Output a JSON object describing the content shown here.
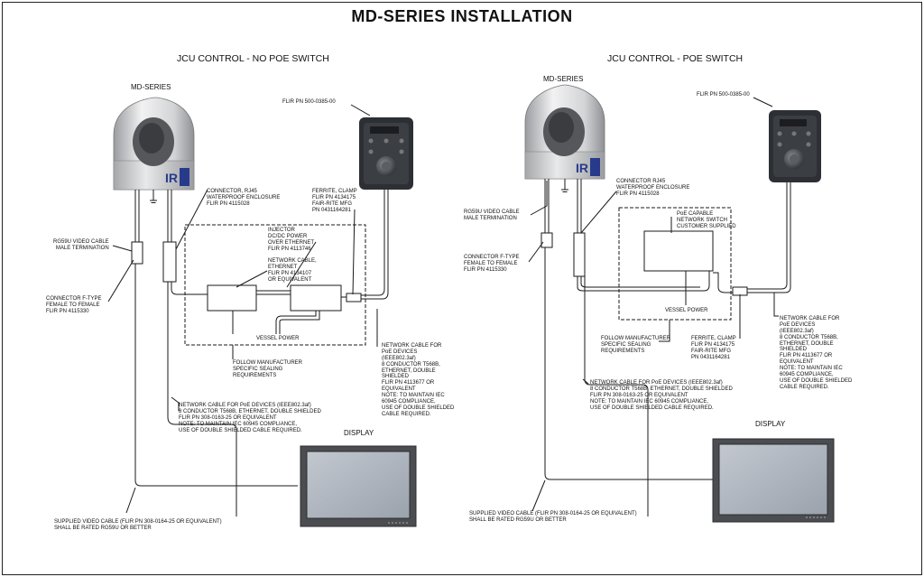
{
  "title": "MD-SERIES INSTALLATION",
  "panels": {
    "left": {
      "heading": "JCU CONTROL - NO POE SWITCH",
      "camera": "MD-SERIES",
      "flir_pn": "FLIR PN 500-0385-00",
      "video_cable": "RG59U VIDEO CABLE\nMALE TERMINATION",
      "connector_ftype": "CONNECTOR F-TYPE\nFEMALE TO FEMALE\nFLIR PN 4115330",
      "connector_rj45": "CONNECTOR, RJ45\nWATERPROOF ENCLOSURE\nFLIR PN 4115028",
      "injector": "INJECTOR\nDC/DC POWER\nOVER ETHERNET\nFLIR PN 4113746",
      "net_cable_short": "NETWORK CABLE,\nETHERNET\nFLIR PN 4134107\nOR EQUIVALENT",
      "ferrite": "FERRITE, CLAMP\nFLIR PN 4134175\nFAIR-RITE MFG\nPN 0431164281",
      "vessel_power": "VESSEL POWER",
      "sealing": "FOLLOW MANUFACTURER\nSPECIFIC SEALING\nREQUIREMENTS",
      "poe_cable_right": "NETWORK CABLE FOR\nPoE DEVICES\n(IEEE802.3af)\n8 CONDUCTOR T568B,\nETHERNET, DOUBLE\nSHIELDED\nFLIR PN 4113677 OR\nEQUIVALENT\nNOTE: TO MAINTAIN IEC\n60945 COMPLIANCE,\nUSE OF DOUBLE SHIELDED\nCABLE REQUIRED.",
      "poe_cable_bottom": "NETWORK CABLE FOR PoE DEVICES (IEEE802.3af)\n8 CONDUCTOR T568B, ETHERNET, DOUBLE SHIELDED\nFLIR PN 308-0163-25 OR EQUIVALENT\nNOTE: TO MAINTAIN IEC 60945 COMPLIANCE,\nUSE OF DOUBLE SHIELDED CABLE REQUIRED.",
      "display": "DISPLAY",
      "supplied_cable": "SUPPLIED VIDEO CABLE (FLIR PN 308-0164-25 OR EQUIVALENT)\nSHALL BE RATED RG59U OR BETTER"
    },
    "right": {
      "heading": "JCU CONTROL - POE SWITCH",
      "camera": "MD-SERIES",
      "flir_pn": "FLIR PN 500-0385-00",
      "connector_rj45": "CONNECTOR RJ45\nWATERPROOF ENCLOSURE\nFLIR PN 4115028",
      "video_cable": "RG59U VIDEO CABLE\nMALE TERMINATION",
      "switch": "PoE CAPABLE\nNETWORK SWITCH\nCUSTOMER SUPPLIED",
      "connector_ftype": "CONNECTOR F-TYPE\nFEMALE TO FEMALE\nFLIR PN 4115330",
      "vessel_power": "VESSEL POWER",
      "sealing": "FOLLOW MANUFACTURER\nSPECIFIC SEALING\nREQUIREMENTS",
      "ferrite": "FERRITE, CLAMP\nFLIR PN 4134175\nFAIR-RITE MFG\nPN 0431164281",
      "poe_cable_right": "NETWORK CABLE FOR\nPoE DEVICES\n(IEEE802.3af)\n8 CONDUCTOR T568B,\nETHERNET, DOUBLE\nSHIELDED\nFLIR PN 4113677 OR\nEQUIVALENT\nNOTE: TO MAINTAIN IEC\n60945 COMPLIANCE,\nUSE OF DOUBLE SHIELDED\nCABLE REQUIRED.",
      "poe_cable_bottom": "NETWORK CABLE FOR PoE DEVICES (IEEE802.3af)\n8 CONDUCTOR T568B, ETHERNET, DOUBLE SHIELDED\nFLIR PN 308-0163-25 OR EQUIVALENT\nNOTE: TO MAINTAIN IEC 60945 COMPLIANCE,\nUSE OF DOUBLE SHIELDED CABLE REQUIRED.",
      "display": "DISPLAY",
      "supplied_cable": "SUPPLIED VIDEO CABLE (FLIR PN 308-0164-25 OR EQUIVALENT)\nSHALL BE RATED RG59U OR BETTER"
    }
  },
  "colors": {
    "line": "#1a1a1a",
    "camera_body": "#d9dadc",
    "camera_window": "#4a4c50",
    "brand_blue": "#283a8c",
    "jcu_body": "#2c2f33",
    "monitor_frame": "#4b4d50",
    "monitor_screen": "#a8afb8"
  }
}
